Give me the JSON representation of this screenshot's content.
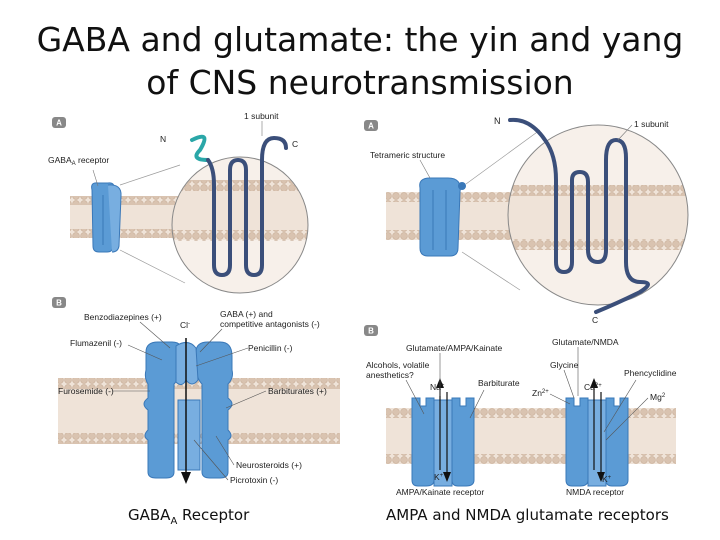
{
  "title_line1": "GABA and glutamate: the yin and yang",
  "title_line2": "of CNS neurotransmission",
  "left_figure": {
    "panel_a": {
      "letter": "A",
      "subunit": "1 subunit",
      "n": "N",
      "c": "C",
      "receptor": "GABA",
      "receptor_sub": "A",
      "receptor_suffix": " receptor"
    },
    "panel_b": {
      "letter": "B",
      "cl": "Cl",
      "cl_sup": "-",
      "benzodiazepines": "Benzodiazepines (+)",
      "gaba_line1": "GABA (+) and",
      "gaba_line2": "competitive antagonists (-)",
      "flumazenil": "Flumazenil (-)",
      "penicillin": "Penicillin (-)",
      "furosemide": "Furosemide (-)",
      "barbiturates": "Barbiturates (+)",
      "neurosteroids": "Neurosteroids (+)",
      "picrotoxin": "Picrotoxin (-)"
    },
    "caption_main": "GABA",
    "caption_sub": "A",
    "caption_rest": " Receptor"
  },
  "right_figure": {
    "panel_a": {
      "letter": "A",
      "n": "N",
      "subunit": "1 subunit",
      "tetrameric": "Tetrameric structure",
      "c": "C"
    },
    "panel_b": {
      "letter": "B",
      "glut_ampa": "Glutamate/AMPA/Kainate",
      "glut_nmda": "Glutamate/NMDA",
      "alcohols_line1": "Alcohols, volatile",
      "alcohols_line2": "anesthetics?",
      "glycine": "Glycine",
      "phencyclidine": "Phencyclidine",
      "na": "Na",
      "na_sup": "+",
      "barbiturate": "Barbiturate",
      "zn": "Zn",
      "zn_sup": "2+",
      "ca": "Ca",
      "ca_sup": "2+",
      "mg": "Mg",
      "mg_sup": "2",
      "k_left": "K",
      "k_left_sup": "+",
      "k_right": "K",
      "k_right_sup": "+",
      "ampa_receptor": "AMPA/Kainate receptor",
      "nmda_receptor": "NMDA receptor"
    },
    "caption": "AMPA and NMDA glutamate receptors"
  },
  "colors": {
    "membrane": "#e8d9cc",
    "lipid_head": "#d9c3b0",
    "receptor": "#5b9bd5",
    "receptor_dark": "#3a78b8",
    "chain": "#3b4f7a",
    "chain_teal": "#2aa7a8",
    "panel_badge": "#888888"
  }
}
